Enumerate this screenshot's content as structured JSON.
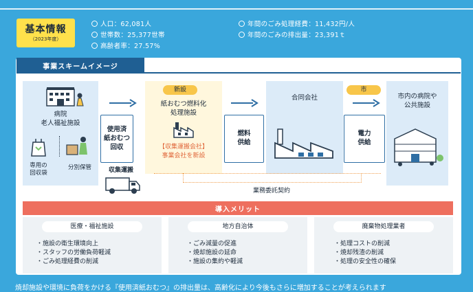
{
  "header": {
    "badge_title": "基本情報",
    "badge_sub": "（2023年度）",
    "stats_left": [
      "人口：62,081人",
      "世帯数：25,377世帯",
      "高齢者率：27.57%"
    ],
    "stats_right": [
      "年間のごみ処理経費：11,432円/人",
      "年間のごみの排出量：23,391ｔ"
    ]
  },
  "scheme": {
    "title": "事業スキームイメージ",
    "facility": [
      "病院",
      "老人福祉施設"
    ],
    "collect_bag": [
      "専用の",
      "回収袋"
    ],
    "sorting": "分別保管",
    "used_diaper": [
      "使用済",
      "紙おむつ",
      "回収"
    ],
    "transport": "収集運搬",
    "new_label": "新設",
    "plant_title": [
      "紙おむつ燃料化",
      "処理施設"
    ],
    "new_company": [
      "【収集運搬会社】",
      "事業会社を新設"
    ],
    "fuel": [
      "燃料",
      "供給"
    ],
    "joint": "合同会社",
    "city_label": "市",
    "power": [
      "電力",
      "供給"
    ],
    "recipients": [
      "市内の病院や",
      "公共施設"
    ],
    "contract": "業務委託契約"
  },
  "merits": {
    "title": "導入メリット",
    "columns": [
      {
        "head": "医療・福祉施設",
        "items": [
          "施設の衛生環境向上",
          "スタッフの労働負荷軽減",
          "ごみ処理経費の削減"
        ]
      },
      {
        "head": "地方自治体",
        "items": [
          "ごみ減量の促進",
          "焼却施設の延命",
          "施設の集約や軽減"
        ]
      },
      {
        "head": "廃棄物処理業者",
        "items": [
          "処理コストの削減",
          "焼却残渣の削減",
          "処理の安全性の確保"
        ]
      }
    ]
  },
  "footer": "焼却施設や環境に負荷をかける『使用済紙おむつ』の排出量は、高齢化により今後もさらに増加することが考えられます"
}
